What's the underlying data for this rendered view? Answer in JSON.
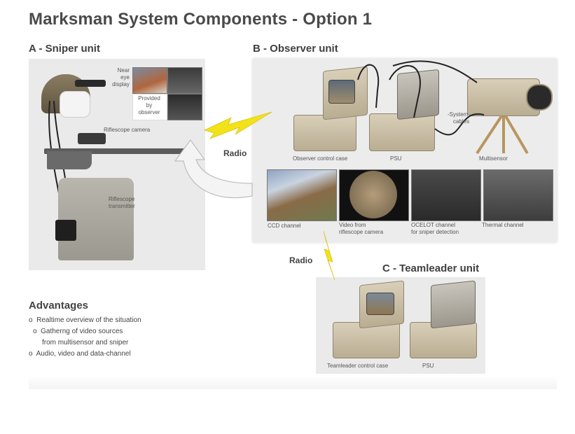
{
  "title": "Marksman System Components - Option 1",
  "sections": {
    "a": "A  - Sniper unit",
    "b": "B  - Observer unit",
    "c": "C  - Teamleader unit"
  },
  "sniper": {
    "near_eye_1": "Near",
    "near_eye_2": "eye",
    "near_eye_3": "display",
    "provided_1": "Provided",
    "provided_2": "by",
    "provided_3": "observer",
    "riflescope_camera": "Riflescope camera",
    "transmitter_1": "Riflescope",
    "transmitter_2": "transmitter"
  },
  "observer": {
    "control_case": "Observer control case",
    "psu": "PSU",
    "system_cables_1": "-System",
    "system_cables_2": "cables",
    "multisensor": "Multisensor",
    "ccd": "CCD channel",
    "video_1": "Video from",
    "video_2": "riflescope camera",
    "ocelot_1": "OCELOT channel",
    "ocelot_2": "for sniper detection",
    "thermal": "Thermal channel"
  },
  "radio_1": "Radio",
  "radio_2": "Radio",
  "teamleader": {
    "control_case": "Teamleader control case",
    "psu": "PSU"
  },
  "advantages": {
    "heading": "Advantages",
    "bullet": "o",
    "item1": "Realtime overview of the situation",
    "item2": "Gatherng of video sources",
    "item2b": "from multisensor and sniper",
    "item3": "Audio, video and data-channel"
  },
  "colors": {
    "radio_bolt": "#f2e21a",
    "arrow": "#f4f4f4"
  }
}
